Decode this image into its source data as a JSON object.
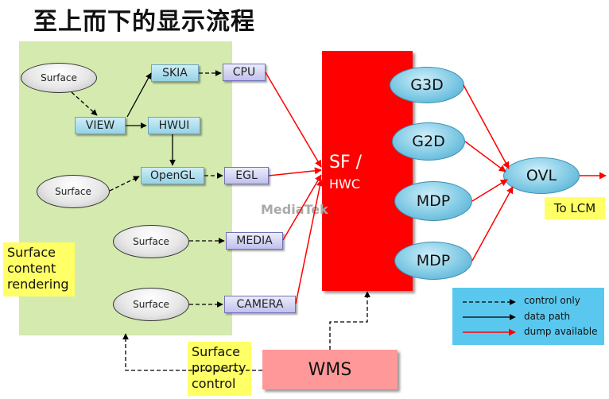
{
  "title": "至上而下的显示流程",
  "nodes": {
    "surface1": "Surface",
    "surface2": "Surface",
    "surface3": "Surface",
    "surface4": "Surface",
    "view": "VIEW",
    "skia": "SKIA",
    "hwui": "HWUI",
    "opengl": "OpenGL",
    "cpu": "CPU",
    "egl": "EGL",
    "media": "MEDIA",
    "camera": "CAMERA",
    "sf": "SF /",
    "hwc": "HWC",
    "g3d": "G3D",
    "g2d": "G2D",
    "mdp1": "MDP",
    "mdp2": "MDP",
    "ovl": "OVL",
    "wms": "WMS"
  },
  "labels": {
    "surface_content": [
      "Surface",
      "content",
      "rendering"
    ],
    "surface_property": [
      "Surface",
      "property",
      "control"
    ],
    "to_lcm": "To LCM",
    "watermark": "MediaTek"
  },
  "legend": {
    "control_only": "control only",
    "data_path": "data path",
    "dump_available": "dump available"
  },
  "colors": {
    "green_region": "#d5eaae",
    "sf_bar": "#ff0000",
    "wms": "#ff9999",
    "legend_bg": "#5ac8ee",
    "yellow_label": "#ffff66",
    "red_arrow": "#ff0000"
  }
}
